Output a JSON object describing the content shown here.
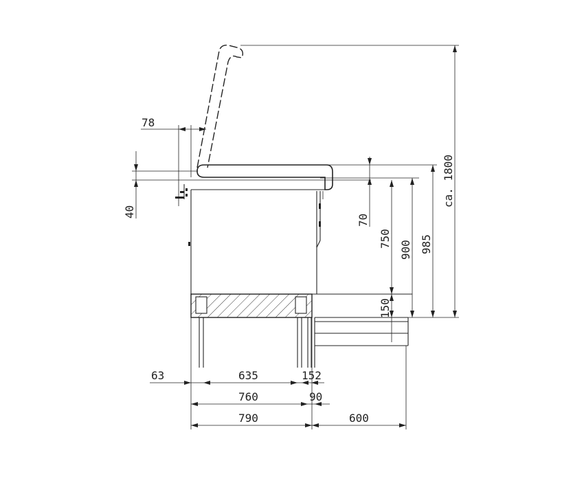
{
  "dimensions": {
    "d78": "78",
    "d40": "40",
    "d70": "70",
    "d750": "750",
    "d900": "900",
    "d985": "985",
    "d1800": "ca. 1800",
    "d150": "150",
    "d63": "63",
    "d635": "635",
    "d152": "152",
    "d760": "760",
    "d90": "90",
    "d790": "790",
    "d600": "600"
  },
  "colors": {
    "line": "#222222",
    "background": "#ffffff"
  }
}
